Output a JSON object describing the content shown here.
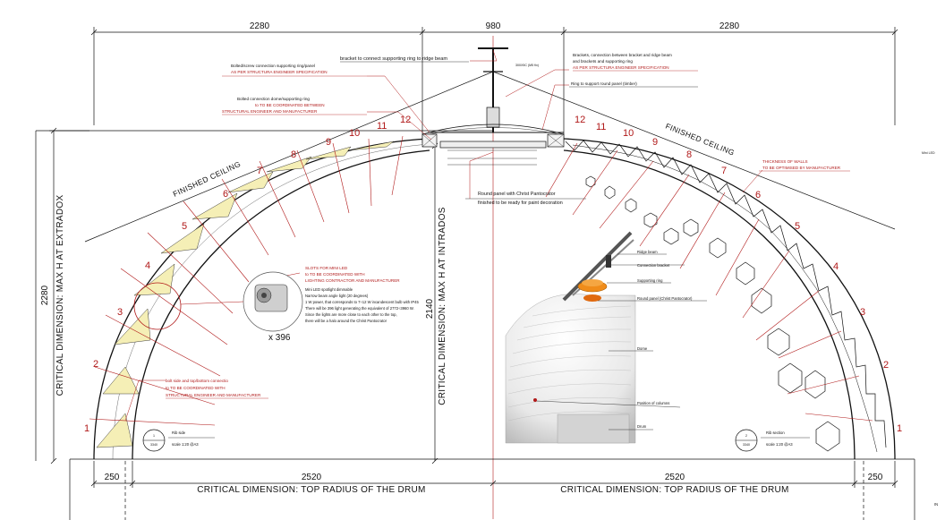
{
  "dimensions": {
    "top_left": "2280",
    "top_center": "980",
    "top_right": "2280",
    "bottom_left_edge": "250",
    "bottom_left": "2520",
    "bottom_right": "2520",
    "bottom_right_edge": "250",
    "left_height": "2280",
    "center_height": "2140"
  },
  "labels": {
    "left_vertical": "CRITICAL DIMENSION: MAX H AT EXTRADOX",
    "center_vertical": "CRITICAL DIMENSION: MAX H AT INTRADOS",
    "bottom_left": "CRITICAL DIMENSION: TOP RADIUS OF THE DRUM",
    "bottom_right": "CRITICAL DIMENSION: TOP RADIUS OF THE DRUM",
    "finished_ceiling_left": "FINISHED CEILING",
    "finished_ceiling_right": "FINISHED CEILING"
  },
  "rib_numbers_left": [
    "1",
    "2",
    "3",
    "4",
    "5",
    "6",
    "7",
    "8",
    "9",
    "10",
    "11",
    "12"
  ],
  "rib_numbers_right": [
    "12",
    "11",
    "10",
    "9",
    "8",
    "7",
    "6",
    "5",
    "4",
    "3",
    "2",
    "1"
  ],
  "notes": {
    "bracket": "bracket to connect supporting ring to ridge beam",
    "brackets_right_1": "Brackets, connection between bracket and ridge beam",
    "brackets_right_2": "and brackets and supporting ring",
    "brackets_right_3": "AS PER STRUCTURA ENGINEER SPECIFICATION",
    "bolted_1": "Bolted/screw connection supporting ring/panel",
    "bolted_2": "AS PER STRUCTURA ENGINEER SPECIFICATION",
    "ring_support": "Ring to support round panel (timber)",
    "dome_ring_1": "Bolted connection dome/supporting ring",
    "dome_ring_2": "to TO BE COORDINATED BETWEEN",
    "dome_ring_3": "STRUCTURAL ENGINEER AND MANUFACTURER",
    "round_panel_1": "Round panel with Christ Pantocrator",
    "round_panel_2": "finished to be ready for paint decoration",
    "walls_1": "THICKNESS OF WALLS",
    "walls_2": "TO BE OPTIMISED BY MANUFACTURER",
    "slots_1": "SLOTS FOR MINI LED",
    "slots_2": "to TO BE COORDINATED WITH",
    "slots_3": "LIGHTING CONTRACTOR AND MANUFACTURER",
    "slots_4": "Mini LED spotlight dimmable",
    "slots_5": "Narrow beam angle light (20 degrees)",
    "slots_6": "1 W power, that corresponds to 7÷12 W incandescent bulb with IP45",
    "slots_7": "There will be 396 light generating the equivalent of 2772÷3960 W.",
    "slots_8": "Since the lights are more close to each other to the top,",
    "slots_9": "there will be a halo around the Christ Pantocrator",
    "slots_count": "x 396",
    "bolt_1": "bolt side and top/bottom connectio",
    "bolt_2": "to TO BE COORDINATED WITH",
    "bolt_3": "STRUCTURAL ENGINEER AND MANUFACTURER",
    "top_note": "300X5C (M5 fix)",
    "right_edge": "Mini LED"
  },
  "legend_3d": {
    "ridge_beam": "Ridge beam",
    "connection_bracket": "Connection bracket",
    "supporting_ring": "Supporting ring",
    "round_panel": "Round panel (Christ Pantocrator)",
    "dome": "Dome",
    "position_columns": "Position of columns",
    "drum": "Drum"
  },
  "sections": {
    "left_num": "1",
    "left_sheet": "3340",
    "left_title": "Rib side",
    "left_scale": "scale 1:20 @A3",
    "right_num": "2",
    "right_sheet": "3340",
    "right_title": "Rib section",
    "right_scale": "scale 1:20 @A3"
  },
  "edge_text": "IN"
}
